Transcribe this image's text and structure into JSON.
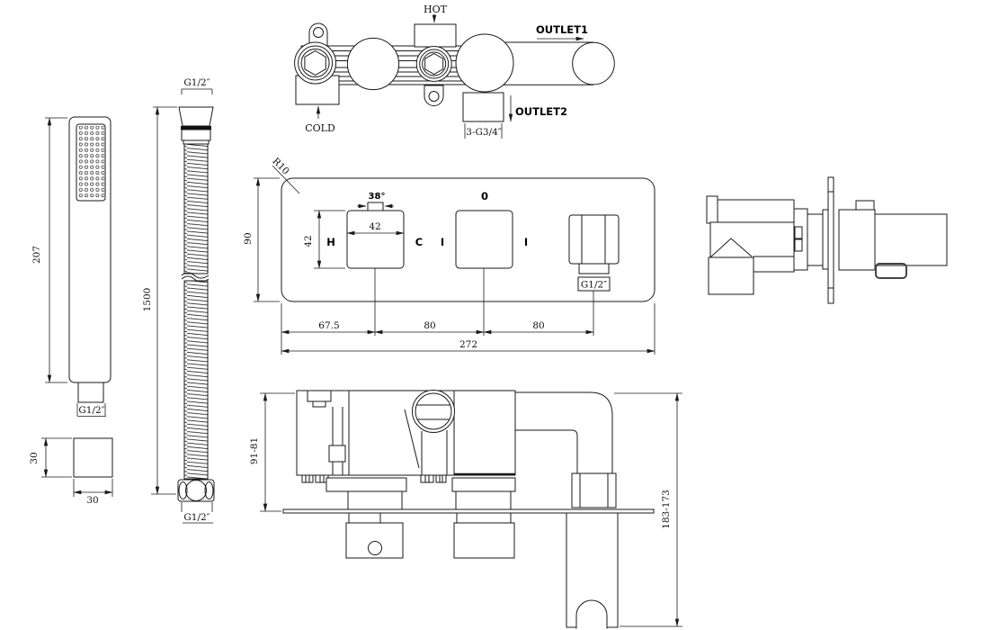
{
  "drawing": {
    "top_view": {
      "hot": "HOT",
      "cold": "COLD",
      "outlet1": "OUTLET1",
      "outlet2": "OUTLET2",
      "outlet_thread": "3-G3/4″"
    },
    "hand_shower": {
      "length": "207",
      "thread": "G1/2″",
      "width": "30",
      "depth": "30"
    },
    "hose": {
      "top_thread": "G1/2″",
      "length": "1500",
      "bottom_thread": "G1/2″"
    },
    "front_view": {
      "corner_radius": "R10",
      "plate_height": "90",
      "temperature": "38°",
      "knob_width": "42",
      "knob_height": "42",
      "hot_mark": "H",
      "cold_mark": "C",
      "zero_mark": "0",
      "tick_left": "I",
      "tick_right": "I",
      "outlet_thread": "G1/2″",
      "dim_offset": "67.5",
      "dim_spacing1": "80",
      "dim_spacing2": "80",
      "plate_width": "272"
    },
    "rear_view": {
      "depth_range": "91-81",
      "height_range": "183-173"
    }
  },
  "colors": {
    "line": "#1a1a1a",
    "background": "#ffffff"
  }
}
